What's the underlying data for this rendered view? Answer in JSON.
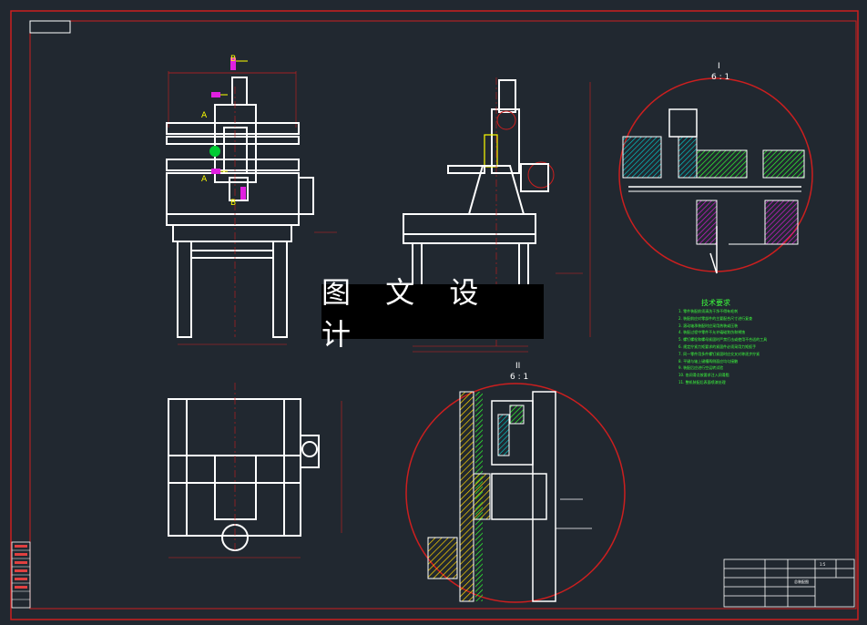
{
  "watermark": "图 文 设 计",
  "views": {
    "detail_i_label": "I",
    "detail_i_scale": "6 : 1",
    "detail_ii_label": "II",
    "detail_ii_scale": "6 : 1",
    "section_a": "A",
    "section_b": "B"
  },
  "notes": {
    "title": "技术要求",
    "lines": [
      "1. 零件装配前须清洗干净不得有毛刺",
      "2. 装配前应对零部件的主要配合尺寸进行复查",
      "3. 滚动轴承装配时应采用热装或压装",
      "4. 装配过程中零件不允许磕碰划伤和锈蚀",
      "5. 螺钉螺栓和螺母紧固时严禁打击或使用不合适的工具",
      "6. 规定拧紧力矩要求的紧固件必须采用力矩扳手",
      "7. 同一零件用多件螺钉紧固时应交叉对称逐步拧紧",
      "8. 平键与轴上键槽两侧面应均匀接触",
      "9. 装配后应进行空运转试验",
      "10. 各润滑点按要求注入润滑脂",
      "11. 整机装配后表面喷漆处理"
    ]
  },
  "title_block": {
    "drawing_title": "总装配图",
    "scale": "1:5"
  },
  "colors": {
    "background": "#212830",
    "frame": "#cc1f1f",
    "lines": "#ffffff",
    "accent_green": "#3dff3d",
    "accent_magenta": "#e020e0",
    "accent_yellow": "#ffff00",
    "hatch_cyan": "#00e5e5"
  }
}
